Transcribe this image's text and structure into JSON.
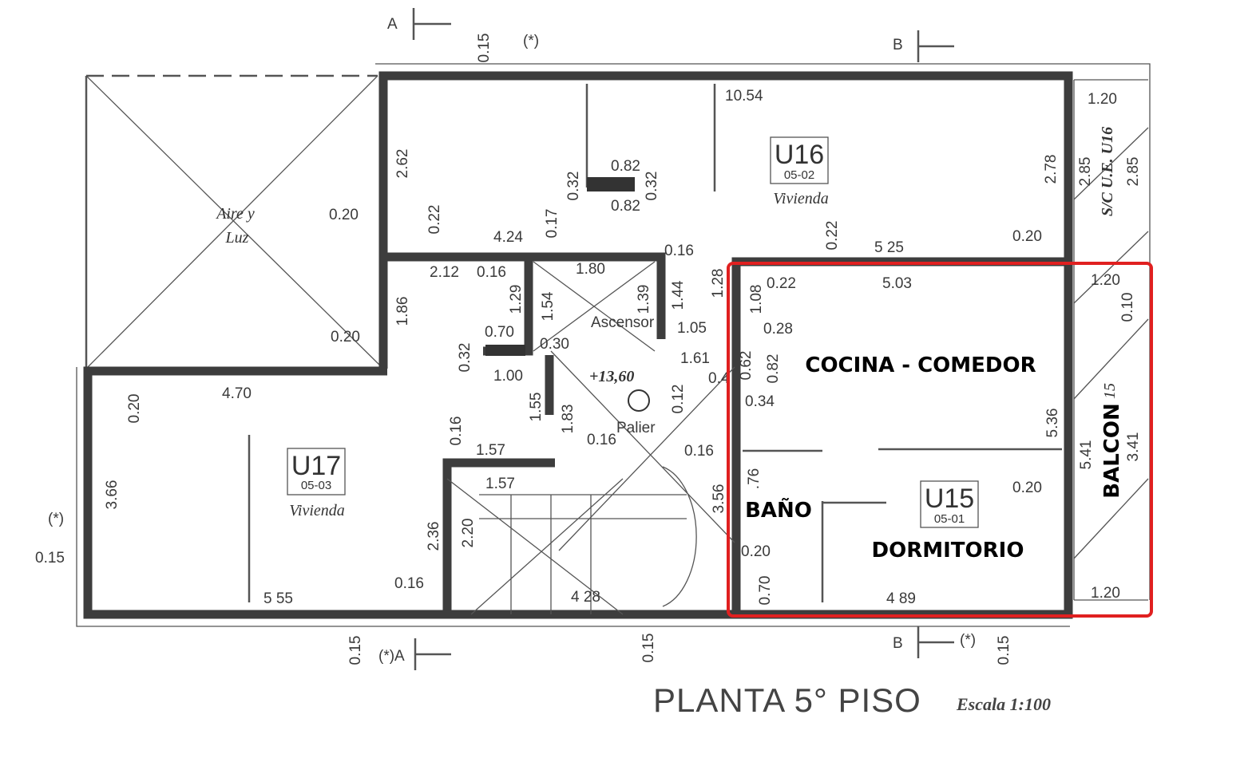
{
  "title": "PLANTA 5° PISO",
  "scale": "Escala 1:100",
  "highlight_color": "#e02020",
  "air_light": {
    "line1": "Aire y",
    "line2": "Luz"
  },
  "units": [
    {
      "code": "U16",
      "number": "05-02",
      "type": "Vivienda"
    },
    {
      "code": "U17",
      "number": "05-03",
      "type": "Vivienda"
    },
    {
      "code": "U15",
      "number": "05-01",
      "type": ""
    }
  ],
  "rooms": {
    "kitchen_dining": "COCINA - COMEDOR",
    "bathroom": "BAÑO",
    "bedroom": "DORMITORIO",
    "balcony": "BALCON"
  },
  "annotations": {
    "elevator": "Ascensor",
    "landing": "Palier",
    "level": "+13,60",
    "shared": "S/C U.E. U16",
    "balcony_unit": "15",
    "section_a_top": "A",
    "section_b_top": "B",
    "section_a_bottom": "(*)A",
    "section_b_bottom": "B"
  },
  "dimensions": [
    "0.15",
    "(*)",
    "10.54",
    "0.82",
    "0.82",
    "0.32",
    "0.32",
    "2.62",
    "0.20",
    "0.22",
    "4.24",
    "0.17",
    "2.78",
    "0.22",
    "5 25",
    "0.20",
    "1.20",
    "2.85",
    "2.85",
    "0.16",
    "2.12",
    "0.16",
    "1.80",
    "1.29",
    "1.54",
    "1.39",
    "1.44",
    "1.28",
    "1.05",
    "1.86",
    "0.20",
    "0.70",
    "0.30",
    "0.32",
    "1.00",
    "1.61",
    "0.4",
    "0.12",
    "1.55",
    "1.83",
    "0.16",
    "1.57",
    "0.16",
    "0.16",
    "4.70",
    "0.20",
    "3.66",
    "(*)",
    "0.15",
    "1.57",
    "2.36",
    "2.20",
    "3.56",
    "0.16",
    "5 55",
    "4 28",
    "0.15",
    "0.15",
    "(*)",
    "0.15",
    "0.22",
    "5.03",
    "1.08",
    "0.28",
    "0.62",
    "0.82",
    "0.34",
    "5.36",
    "5.41",
    ".76",
    "0.20",
    "0.20",
    "0.70",
    "4 89",
    "1.20",
    "0.10",
    "3.41",
    "1.20"
  ]
}
